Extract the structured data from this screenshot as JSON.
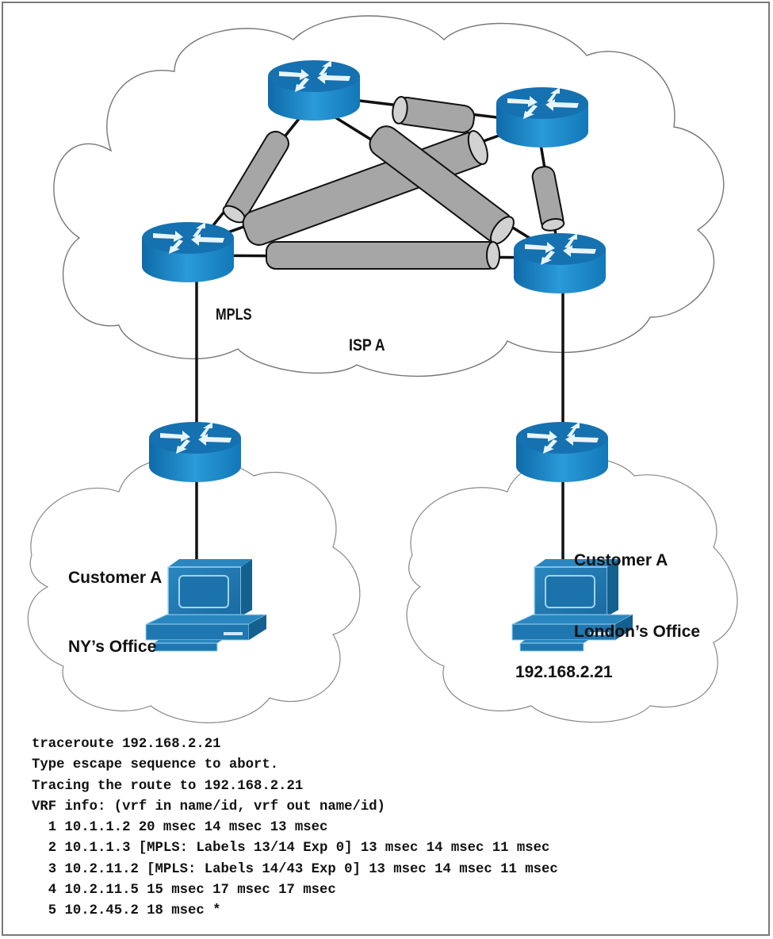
{
  "diagram": {
    "provider_cloud_label": "ISP A",
    "core_label": "MPLS",
    "colors": {
      "router_blue": "#1a86c8",
      "router_top": "#1571b0",
      "tunnel_gray": "#a6a6a6",
      "link_black": "#111111",
      "cloud_outline": "#777777"
    },
    "core_routers": [
      {
        "id": "top-router"
      },
      {
        "id": "right-top-router"
      },
      {
        "id": "left-router"
      },
      {
        "id": "right-router"
      }
    ],
    "sites": [
      {
        "id": "ny",
        "label_line1": "Customer A",
        "label_line2": "NY’s Office"
      },
      {
        "id": "london",
        "label_line1": "Customer A",
        "label_line2": "London’s Office",
        "host_ip": "192.168.2.21"
      }
    ]
  },
  "terminal": {
    "lines": [
      "traceroute 192.168.2.21",
      "Type escape sequence to abort.",
      "Tracing the route to 192.168.2.21",
      "VRF info: (vrf in name/id, vrf out name/id)",
      "  1 10.1.1.2 20 msec 14 msec 13 msec",
      "  2 10.1.1.3 [MPLS: Labels 13/14 Exp 0] 13 msec 14 msec 11 msec",
      "  3 10.2.11.2 [MPLS: Labels 14/43 Exp 0] 13 msec 14 msec 11 msec",
      "  4 10.2.11.5 15 msec 17 msec 17 msec",
      "  5 10.2.45.2 18 msec *"
    ]
  }
}
